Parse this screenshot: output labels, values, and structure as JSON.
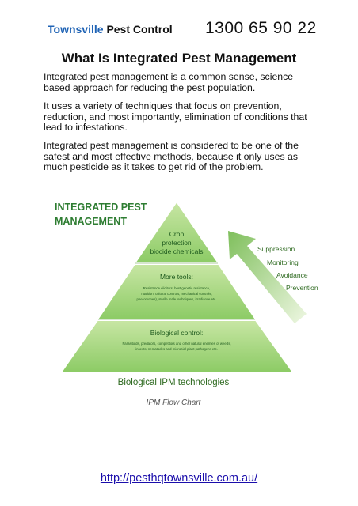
{
  "header": {
    "brand_part1": "Townsville",
    "brand_part2": "Pest Control",
    "phone": "1300 65 90 22"
  },
  "article": {
    "title": "What Is Integrated Pest Management",
    "paragraphs": [
      "Integrated pest management is a common sense, science based approach for reducing the pest population.",
      "It uses a variety of techniques that focus on prevention, reduction, and most importantly, elimination of conditions that lead to infestations.",
      "Integrated pest management is considered to be one of the safest and most effective methods, because it only uses as much pesticide as it takes to get rid of the problem."
    ]
  },
  "figure": {
    "heading_line1": "INTEGRATED PEST",
    "heading_line2": "MANAGEMENT",
    "tier_top": [
      "Crop",
      "protection",
      "biocide chemicals"
    ],
    "tier_middle_title": "More tools:",
    "tier_middle_text": [
      "Resistance elicitors, host genetic resistance,",
      "nutrition, cultural controls, mechanical controls,",
      "pheromones), sterile male techniques, irradiance etc."
    ],
    "tier_bottom_title": "Biological control:",
    "tier_bottom_text": [
      "Parasitoids, predators, competitors and other natural enemies of weeds,",
      "insects, nematodes and microbial plant pathogens etc."
    ],
    "base_label": "Biological IPM technologies",
    "steps": [
      "Suppression",
      "Monitoring",
      "Avoidance",
      "Prevention"
    ],
    "caption": "IPM Flow Chart",
    "colors": {
      "green_dark": "#2e7d32",
      "green_light": "#b5dc8f",
      "green_fill": "#8fcd6a"
    }
  },
  "footer": {
    "link": "http://pesthqtownsville.com.au/"
  }
}
